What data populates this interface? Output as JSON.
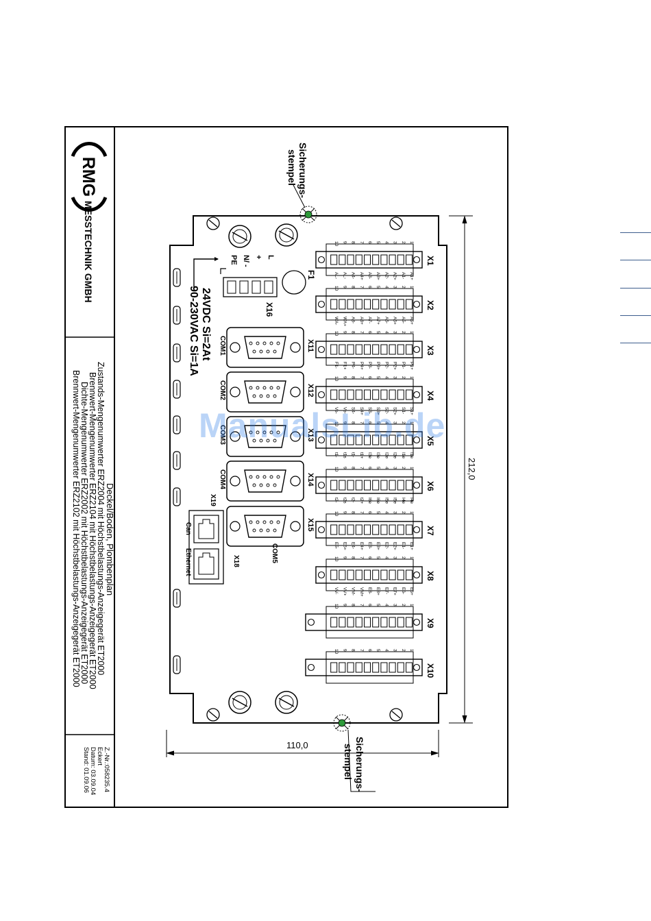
{
  "company": {
    "logo_text": "RMG",
    "name": "MESSTECHNIK GMBH"
  },
  "title_block": {
    "lines": [
      "Deckel/Boden, Plombenplan",
      "Zustands-Mengenumwerter ERZ2004 mit Höchstbelastungs-Anzeigegerät ET2000",
      "Brennwert-Mengenumwerter ERZ2104 mit Höchstbelastungs-Anzeigegerät ET2000",
      "Dichte-Mengenumwerter ERZ2002 mit Höchstbelastungs-Anzeigegerät ET2000",
      "Brennwert-Mengenumwerter ERZ2102 mit Höchstbelastungs-Anzeigegerät ET2000"
    ]
  },
  "revision_block": [
    "Z.-Nr.:058235.4",
    "Eckert",
    "Datum: 03.09.04",
    "Stand: 01.09.06"
  ],
  "seal_labels": {
    "top": [
      "Sicherungs-",
      "stempel"
    ],
    "bottom": [
      "Sicherungs-",
      "stempel"
    ]
  },
  "dimensions": {
    "height_label": "212,0",
    "width_label": "110,0"
  },
  "power": {
    "terminal_label": "X16",
    "pin_labels": [
      "L",
      "+",
      "N/ -",
      "PE"
    ],
    "fuse_label": "F1",
    "lines": [
      "24VDC  Si=2At",
      "90-230VAC  Si=1A"
    ]
  },
  "com_ports": [
    {
      "id": "X11",
      "label": "COM1"
    },
    {
      "id": "X12",
      "label": "COM2"
    },
    {
      "id": "X13",
      "label": "COM3"
    },
    {
      "id": "X14",
      "label": "COM4"
    },
    {
      "id": "X15",
      "label": "COM5"
    }
  ],
  "network": {
    "x19": "X19",
    "x18": "X18",
    "can": "Can",
    "ethernet": "Ethernet"
  },
  "terminal_blocks": [
    {
      "id": "X1",
      "signals": [
        "A1+",
        "A1-",
        "A2+",
        "A2-",
        "A3+",
        "A3-",
        "A4+",
        "A4-",
        "AL-",
        "AL-"
      ]
    },
    {
      "id": "X2",
      "signals": [
        "A5+",
        "A5-",
        "A6+",
        "A6-",
        "A7+",
        "A7-",
        "A8+",
        "A8-",
        "WA+",
        "WA-"
      ]
    },
    {
      "id": "X3",
      "signals": [
        "P1+",
        "P1-",
        "P2+",
        "P2-",
        "P3+",
        "P3-",
        "P4+",
        "P4-",
        "F1+",
        "F1-"
      ]
    },
    {
      "id": "X4",
      "signals": [
        "S1+",
        "S1-",
        "S2+",
        "S2-",
        "S3+",
        "S3-",
        "S4+",
        "S4-",
        "Vo-",
        "Vo-"
      ]
    },
    {
      "id": "X5",
      "signals": [
        "I1e",
        "I1e",
        "I2e",
        "I2e",
        "I3e",
        "I3e",
        "t1+",
        "t1-",
        "t1s",
        "t1-"
      ]
    },
    {
      "id": "X6",
      "signals": [
        "I4e",
        "I4e",
        "I5e",
        "I5e",
        "I6e",
        "I6e",
        "t2+",
        "t2-",
        "t2s",
        "t2-"
      ]
    },
    {
      "id": "X7",
      "signals": [
        "E1+",
        "E1-",
        "E2+",
        "E2-",
        "E3+",
        "E3-",
        "E4+",
        "E4-",
        "E5+",
        "E5-"
      ]
    },
    {
      "id": "X8",
      "signals": [
        "E6+",
        "E6-",
        "E7+",
        "E7-",
        "E8+",
        "E8-",
        "VM+",
        "VM-",
        "VV+",
        "VV-"
      ]
    },
    {
      "id": "X9",
      "signals": []
    },
    {
      "id": "X10",
      "signals": []
    }
  ],
  "pin_numbers": [
    "1",
    "2",
    "3",
    "4",
    "5",
    "6",
    "7",
    "8",
    "9",
    "10"
  ],
  "watermark": "ManualsLib.de",
  "colors": {
    "line": "#000000",
    "seal": "#2e9a3a",
    "watermark": "#2878e6",
    "side_ticks": "#3b5c8c"
  }
}
